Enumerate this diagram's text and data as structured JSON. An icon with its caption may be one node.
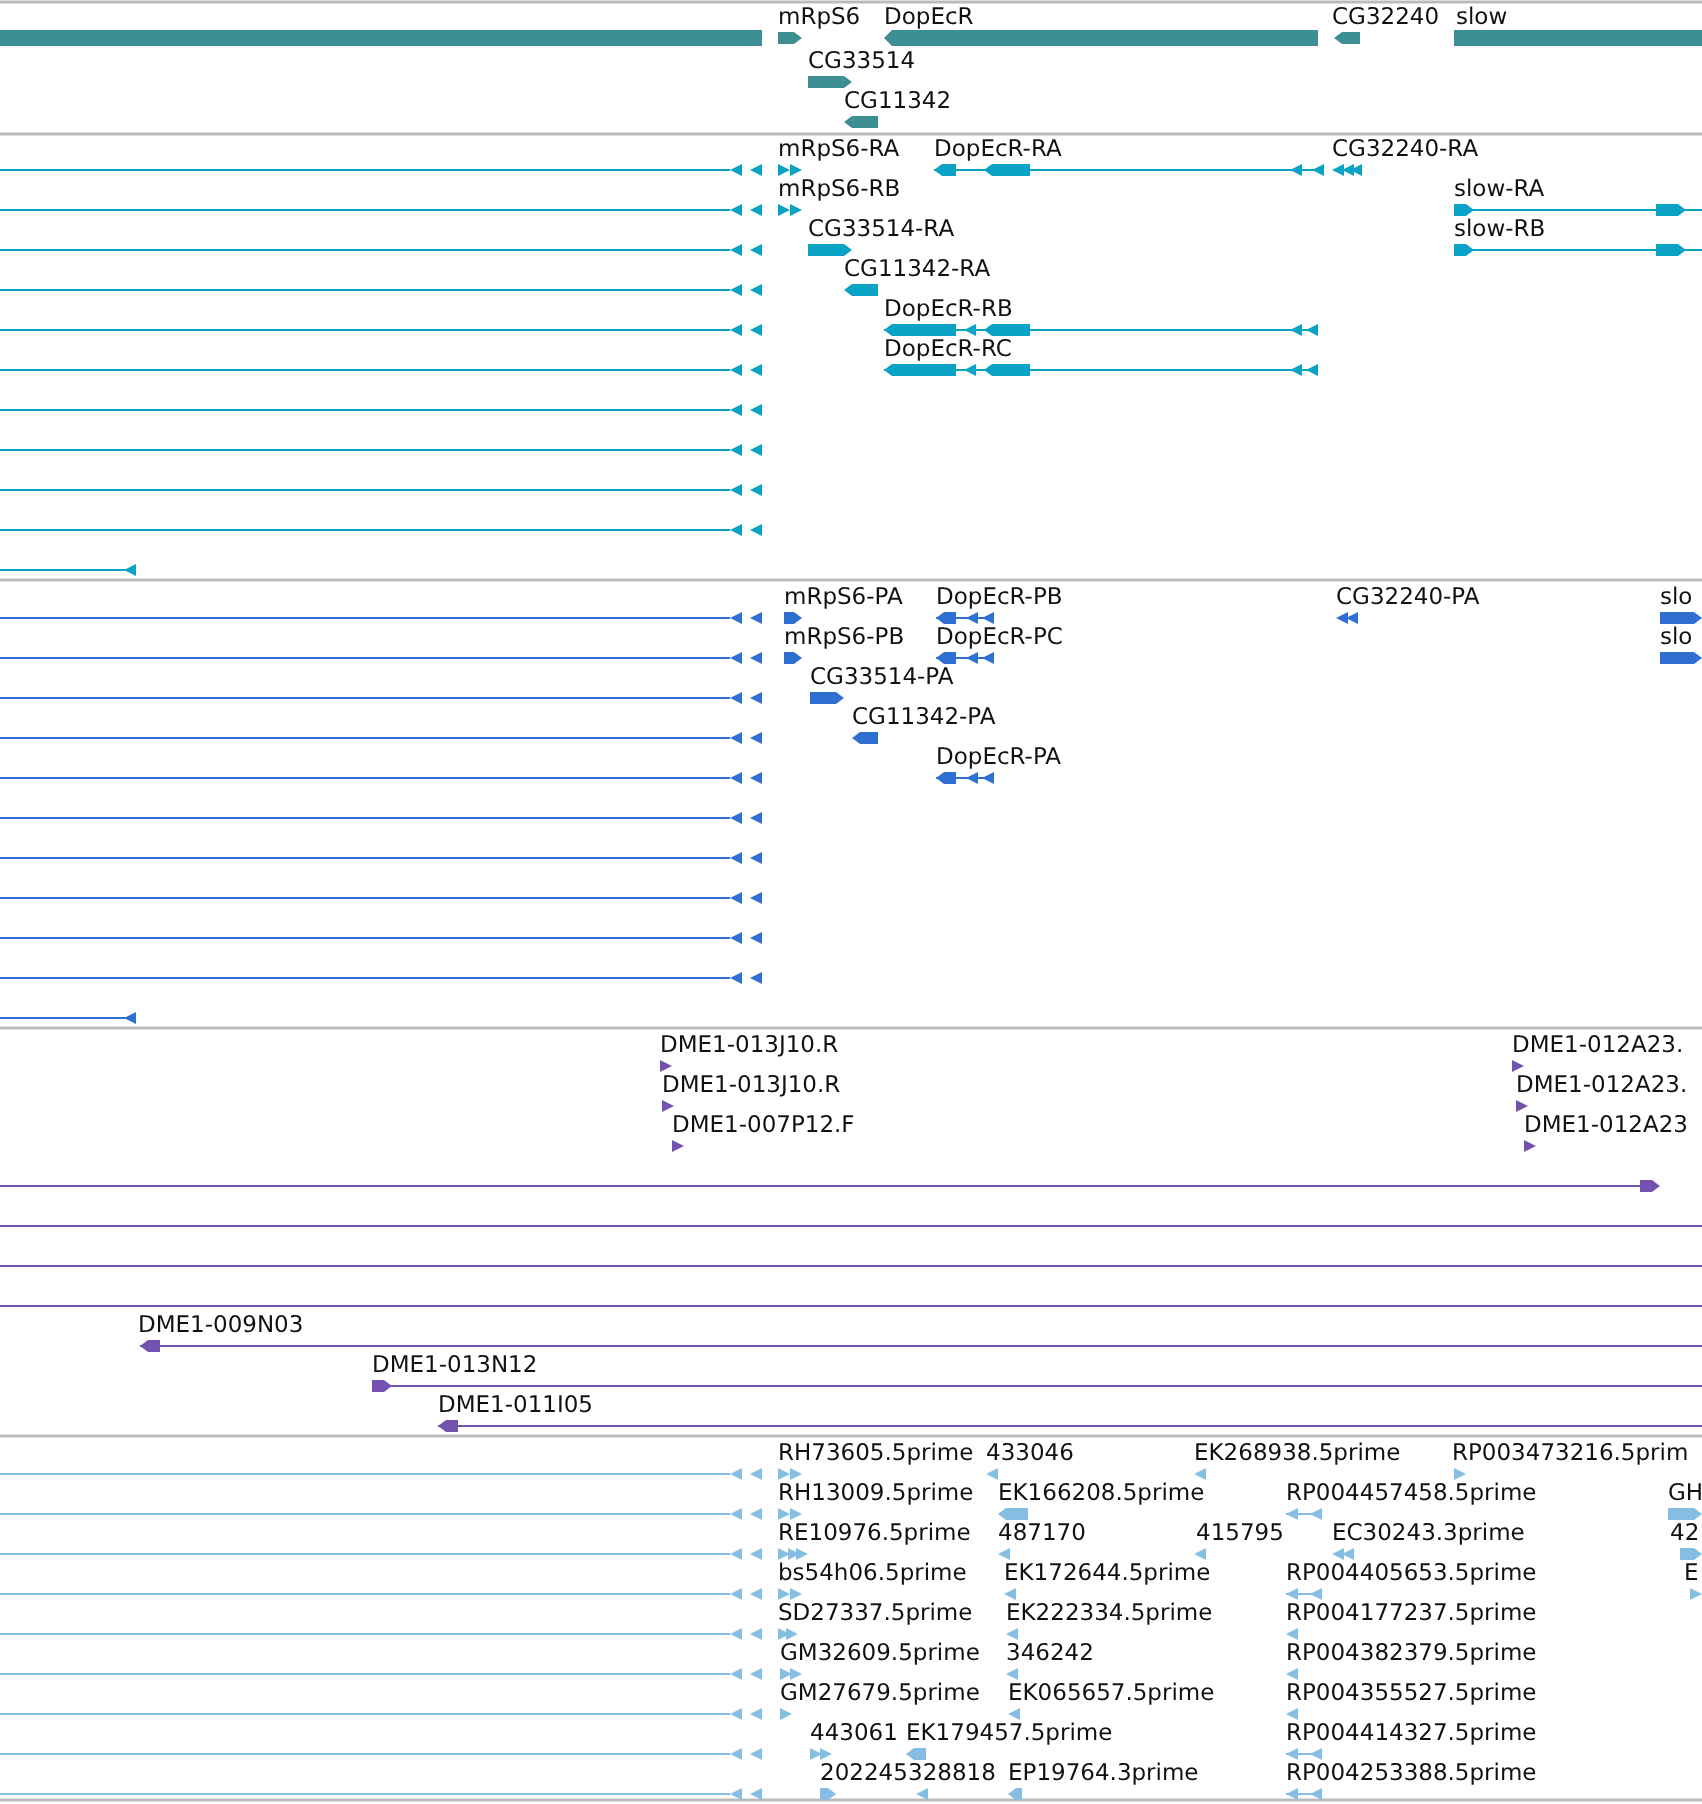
{
  "diagram": {
    "labels": [
      "mRpS6",
      "DopEcR",
      "CG32240",
      "slow",
      "CG33514",
      "CG11342",
      "mRpS6-RA",
      "DopEcR-RA",
      "CG32240-RA",
      "mRpS6-RB",
      "slow-RA",
      "CG33514-RA",
      "slow-RB",
      "CG11342-RA",
      "DopEcR-RB",
      "DopEcR-RC",
      "mRpS6-PA",
      "DopEcR-PB",
      "CG32240-PA",
      "slo",
      "mRpS6-PB",
      "DopEcR-PC",
      "slo",
      "CG33514-PA",
      "CG11342-PA",
      "DopEcR-PA",
      "DME1-013J10.R",
      "DME1-012A23.",
      "DME1-013J10.R",
      "DME1-012A23.",
      "DME1-007P12.F",
      "DME1-012A23",
      "DME1-009N03",
      "DME1-013N12",
      "DME1-011I05",
      "RH73605.5prime",
      "433046",
      "EK268938.5prime",
      "RP003473216.5prim",
      "RH13009.5prime",
      "EK166208.5prime",
      "RP004457458.5prime",
      "GH",
      "RE10976.5prime",
      "487170",
      "415795",
      "EC30243.3prime",
      "42",
      "bs54h06.5prime",
      "EK172644.5prime",
      "RP004405653.5prime",
      "E",
      "SD27337.5prime",
      "EK222334.5prime",
      "RP004177237.5prime",
      "GM32609.5prime",
      "346242",
      "RP004382379.5prime",
      "GM27679.5prime",
      "EK065657.5prime",
      "RP004355527.5prime",
      "443061",
      "EK179457.5prime",
      "RP004414327.5prime",
      "202245",
      "328818",
      "EP19764.3prime",
      "RP004253388.5prime"
    ]
  }
}
